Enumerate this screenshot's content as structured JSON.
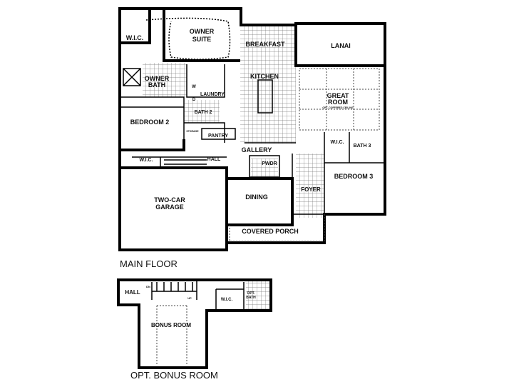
{
  "main_floor": {
    "caption": "MAIN FLOOR",
    "rooms": {
      "wic_owner": "W.I.C.",
      "owner_suite_1": "OWNER",
      "owner_suite_2": "SUITE",
      "breakfast": "BREAKFAST",
      "lanai": "LANAI",
      "owner_bath_1": "OWNER",
      "owner_bath_2": "BATH",
      "kitchen": "KITCHEN",
      "laundry": "LAUNDRY",
      "washer": "W",
      "dryer": "D",
      "great_room_1": "GREAT",
      "great_room_2": "ROOM",
      "great_room_note": "OPT. COFFERED CEILING",
      "bath_2": "BATH 2",
      "bedroom_2": "BEDROOM 2",
      "storage": "STORAGE",
      "pantry": "PANTRY",
      "gallery": "GALLERY",
      "wic_3": "W.I.C.",
      "bath_3": "BATH 3",
      "wic_2": "W.I.C.",
      "hall": "HALL",
      "pwdr": "PWDR",
      "bedroom_3": "BEDROOM 3",
      "garage_1": "TWO-CAR",
      "garage_2": "GARAGE",
      "dining": "DINING",
      "foyer": "FOYER",
      "covered_porch": "COVERED PORCH"
    }
  },
  "bonus_floor": {
    "caption": "OPT. BONUS ROOM",
    "rooms": {
      "hall": "HALL",
      "dn": "DN",
      "up": "UP",
      "wic": "W.I.C.",
      "opt_bath_1": "OPT.",
      "opt_bath_2": "BATH",
      "bonus_room": "BONUS ROOM"
    }
  }
}
